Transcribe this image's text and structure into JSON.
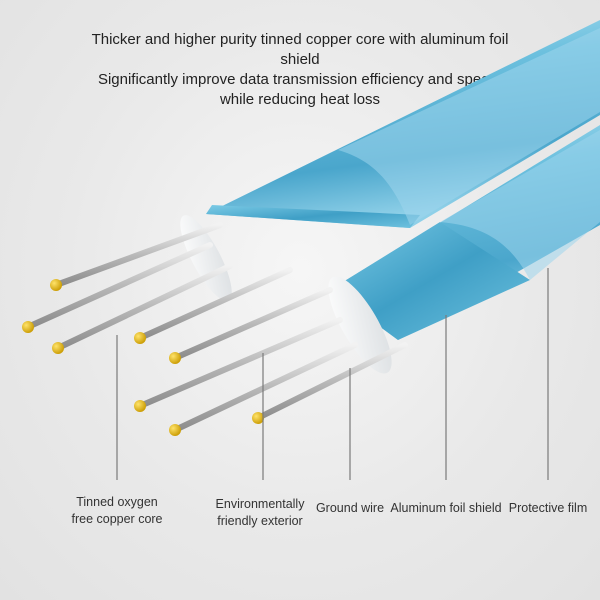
{
  "headline": {
    "line1": "Thicker and higher purity tinned copper core with aluminum foil",
    "line2": "shield",
    "line3": "Significantly improve data transmission efficiency and speed,",
    "line4": "while reducing heat loss"
  },
  "labels": {
    "core": {
      "line1": "Tinned oxygen",
      "line2": "free copper core"
    },
    "exterior": {
      "line1": "Environmentally",
      "line2": "friendly exterior"
    },
    "ground": "Ground wire",
    "foil": "Aluminum foil shield",
    "film": "Protective film"
  },
  "colors": {
    "jacket": "#5fb4d4",
    "jacket_light": "#a8dcef",
    "jacket_dark": "#3c90b5",
    "wire": "#c8c8c8",
    "tip": "#e0b400",
    "leader": "#7a7a7a"
  }
}
